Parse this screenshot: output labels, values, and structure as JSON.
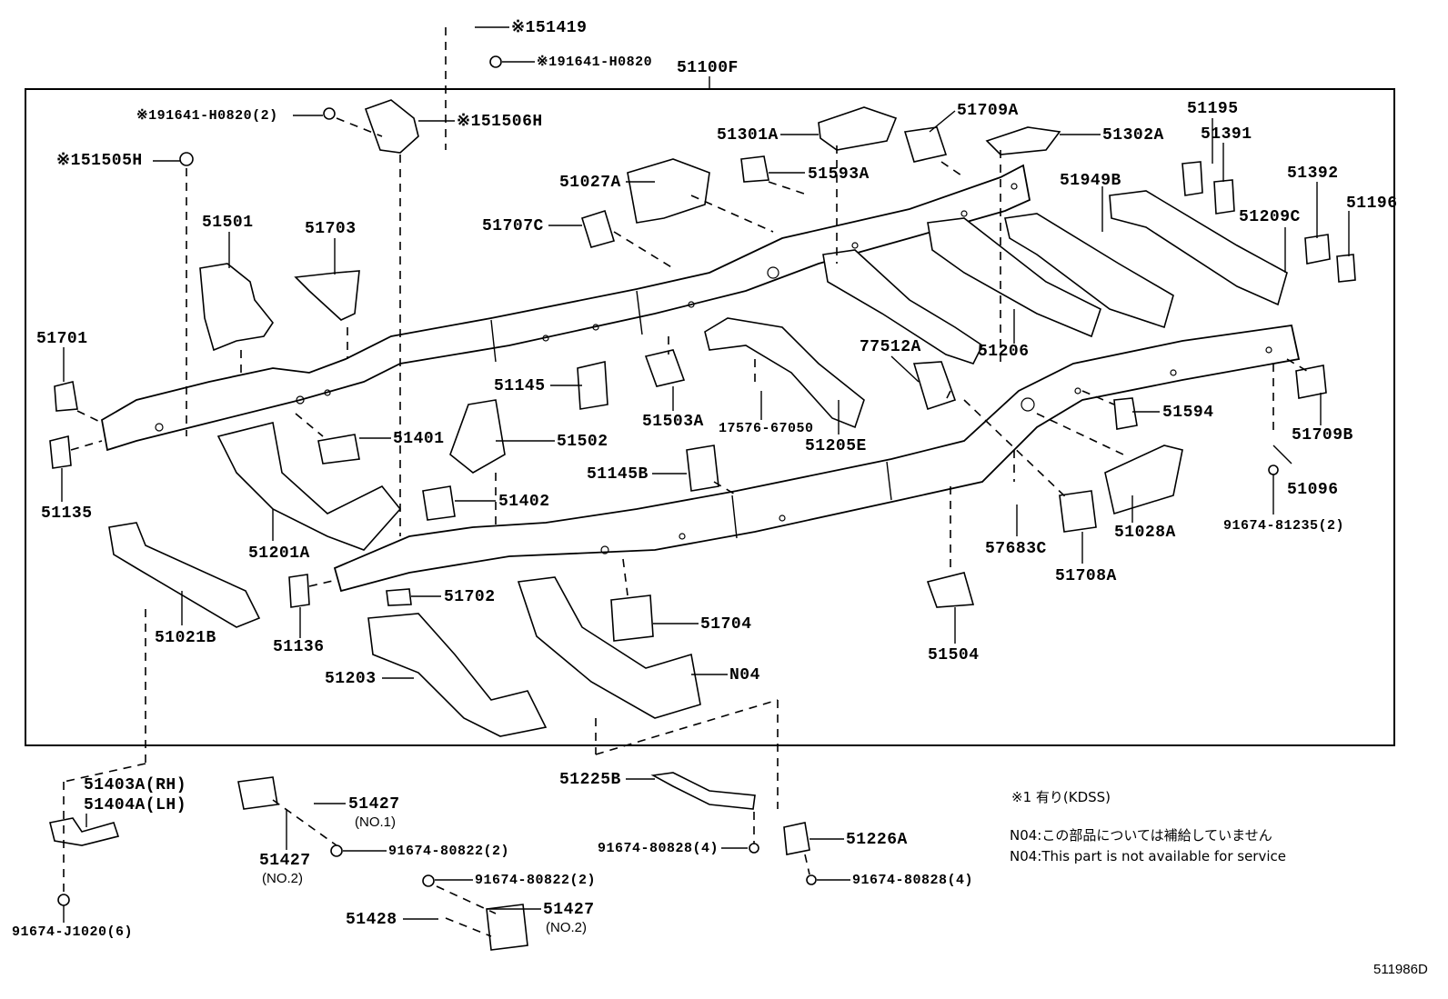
{
  "diagram": {
    "type": "exploded parts diagram",
    "assembly_label": "51100F",
    "reference_code": "511986D",
    "parts": [
      {
        "id": "p51419",
        "label": "※151419"
      },
      {
        "id": "p191641a",
        "label": "※191641-H0820"
      },
      {
        "id": "p191641b",
        "label": "※191641-H0820(2)"
      },
      {
        "id": "p51506H",
        "label": "※151506H"
      },
      {
        "id": "p51505H",
        "label": "※151505H"
      },
      {
        "id": "p51301A",
        "label": "51301A"
      },
      {
        "id": "p51709A",
        "label": "51709A"
      },
      {
        "id": "p51302A",
        "label": "51302A"
      },
      {
        "id": "p51195",
        "label": "51195"
      },
      {
        "id": "p51391",
        "label": "51391"
      },
      {
        "id": "p51027A",
        "label": "51027A"
      },
      {
        "id": "p51593A",
        "label": "51593A"
      },
      {
        "id": "p51949B",
        "label": "51949B"
      },
      {
        "id": "p51392",
        "label": "51392"
      },
      {
        "id": "p51196",
        "label": "51196"
      },
      {
        "id": "p51209C",
        "label": "51209C"
      },
      {
        "id": "p51707C",
        "label": "51707C"
      },
      {
        "id": "p51501",
        "label": "51501"
      },
      {
        "id": "p51703",
        "label": "51703"
      },
      {
        "id": "p51701",
        "label": "51701"
      },
      {
        "id": "p51206",
        "label": "51206"
      },
      {
        "id": "p77512A",
        "label": "77512A"
      },
      {
        "id": "p51145",
        "label": "51145"
      },
      {
        "id": "p51503A",
        "label": "51503A"
      },
      {
        "id": "p17576",
        "label": "17576-67050"
      },
      {
        "id": "p51205E",
        "label": "51205E"
      },
      {
        "id": "p51594",
        "label": "51594"
      },
      {
        "id": "p51709B",
        "label": "51709B"
      },
      {
        "id": "p51401",
        "label": "51401"
      },
      {
        "id": "p51502",
        "label": "51502"
      },
      {
        "id": "p51135",
        "label": "51135"
      },
      {
        "id": "p51145B",
        "label": "51145B"
      },
      {
        "id": "p51096",
        "label": "51096"
      },
      {
        "id": "p91674_81235",
        "label": "91674-81235(2)"
      },
      {
        "id": "p51402",
        "label": "51402"
      },
      {
        "id": "p51201A",
        "label": "51201A"
      },
      {
        "id": "p57683C",
        "label": "57683C"
      },
      {
        "id": "p51028A",
        "label": "51028A"
      },
      {
        "id": "p51708A",
        "label": "51708A"
      },
      {
        "id": "p51702",
        "label": "51702"
      },
      {
        "id": "p51704",
        "label": "51704"
      },
      {
        "id": "p51021B",
        "label": "51021B"
      },
      {
        "id": "p51136",
        "label": "51136"
      },
      {
        "id": "p51504",
        "label": "51504"
      },
      {
        "id": "p51203",
        "label": "51203"
      },
      {
        "id": "pN04",
        "label": "N04"
      },
      {
        "id": "p51225B",
        "label": "51225B"
      },
      {
        "id": "p51403A",
        "label": "51403A(RH)"
      },
      {
        "id": "p51404A",
        "label": "51404A(LH)"
      },
      {
        "id": "p51427_1",
        "label": "51427",
        "sub": "(NO.1)"
      },
      {
        "id": "p51427_2a",
        "label": "51427",
        "sub": "(NO.2)"
      },
      {
        "id": "p91674_80822a",
        "label": "91674-80822(2)"
      },
      {
        "id": "p91674_80828a",
        "label": "91674-80828(4)"
      },
      {
        "id": "p51226A",
        "label": "51226A"
      },
      {
        "id": "p91674_80822b",
        "label": "91674-80822(2)"
      },
      {
        "id": "p91674_80828b",
        "label": "91674-80828(4)"
      },
      {
        "id": "p51428",
        "label": "51428"
      },
      {
        "id": "p51427_2b",
        "label": "51427",
        "sub": "(NO.2)"
      },
      {
        "id": "p91674_J1020",
        "label": "91674-J1020(6)"
      }
    ],
    "notes": [
      "※1 有り(KDSS)",
      "N04:この部品については補給していません",
      "N04:This part is not available for service"
    ]
  }
}
